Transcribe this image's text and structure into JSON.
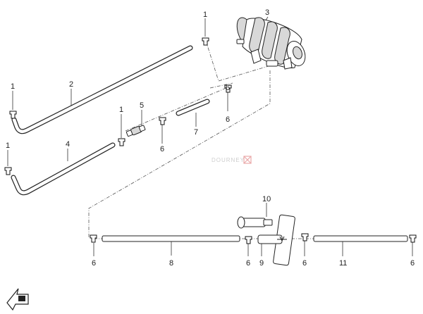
{
  "diagram": {
    "callouts": {
      "c1a": "1",
      "c1b": "1",
      "c1c": "1",
      "c1d": "1",
      "c2": "2",
      "c3": "3",
      "c4": "4",
      "c5": "5",
      "c6a": "6",
      "c6b": "6",
      "c6c": "6",
      "c6d": "6",
      "c6e": "6",
      "c6f": "6",
      "c7": "7",
      "c8": "8",
      "c9": "9",
      "c10": "10",
      "c11": "11"
    },
    "watermark": "DOURNEY"
  }
}
